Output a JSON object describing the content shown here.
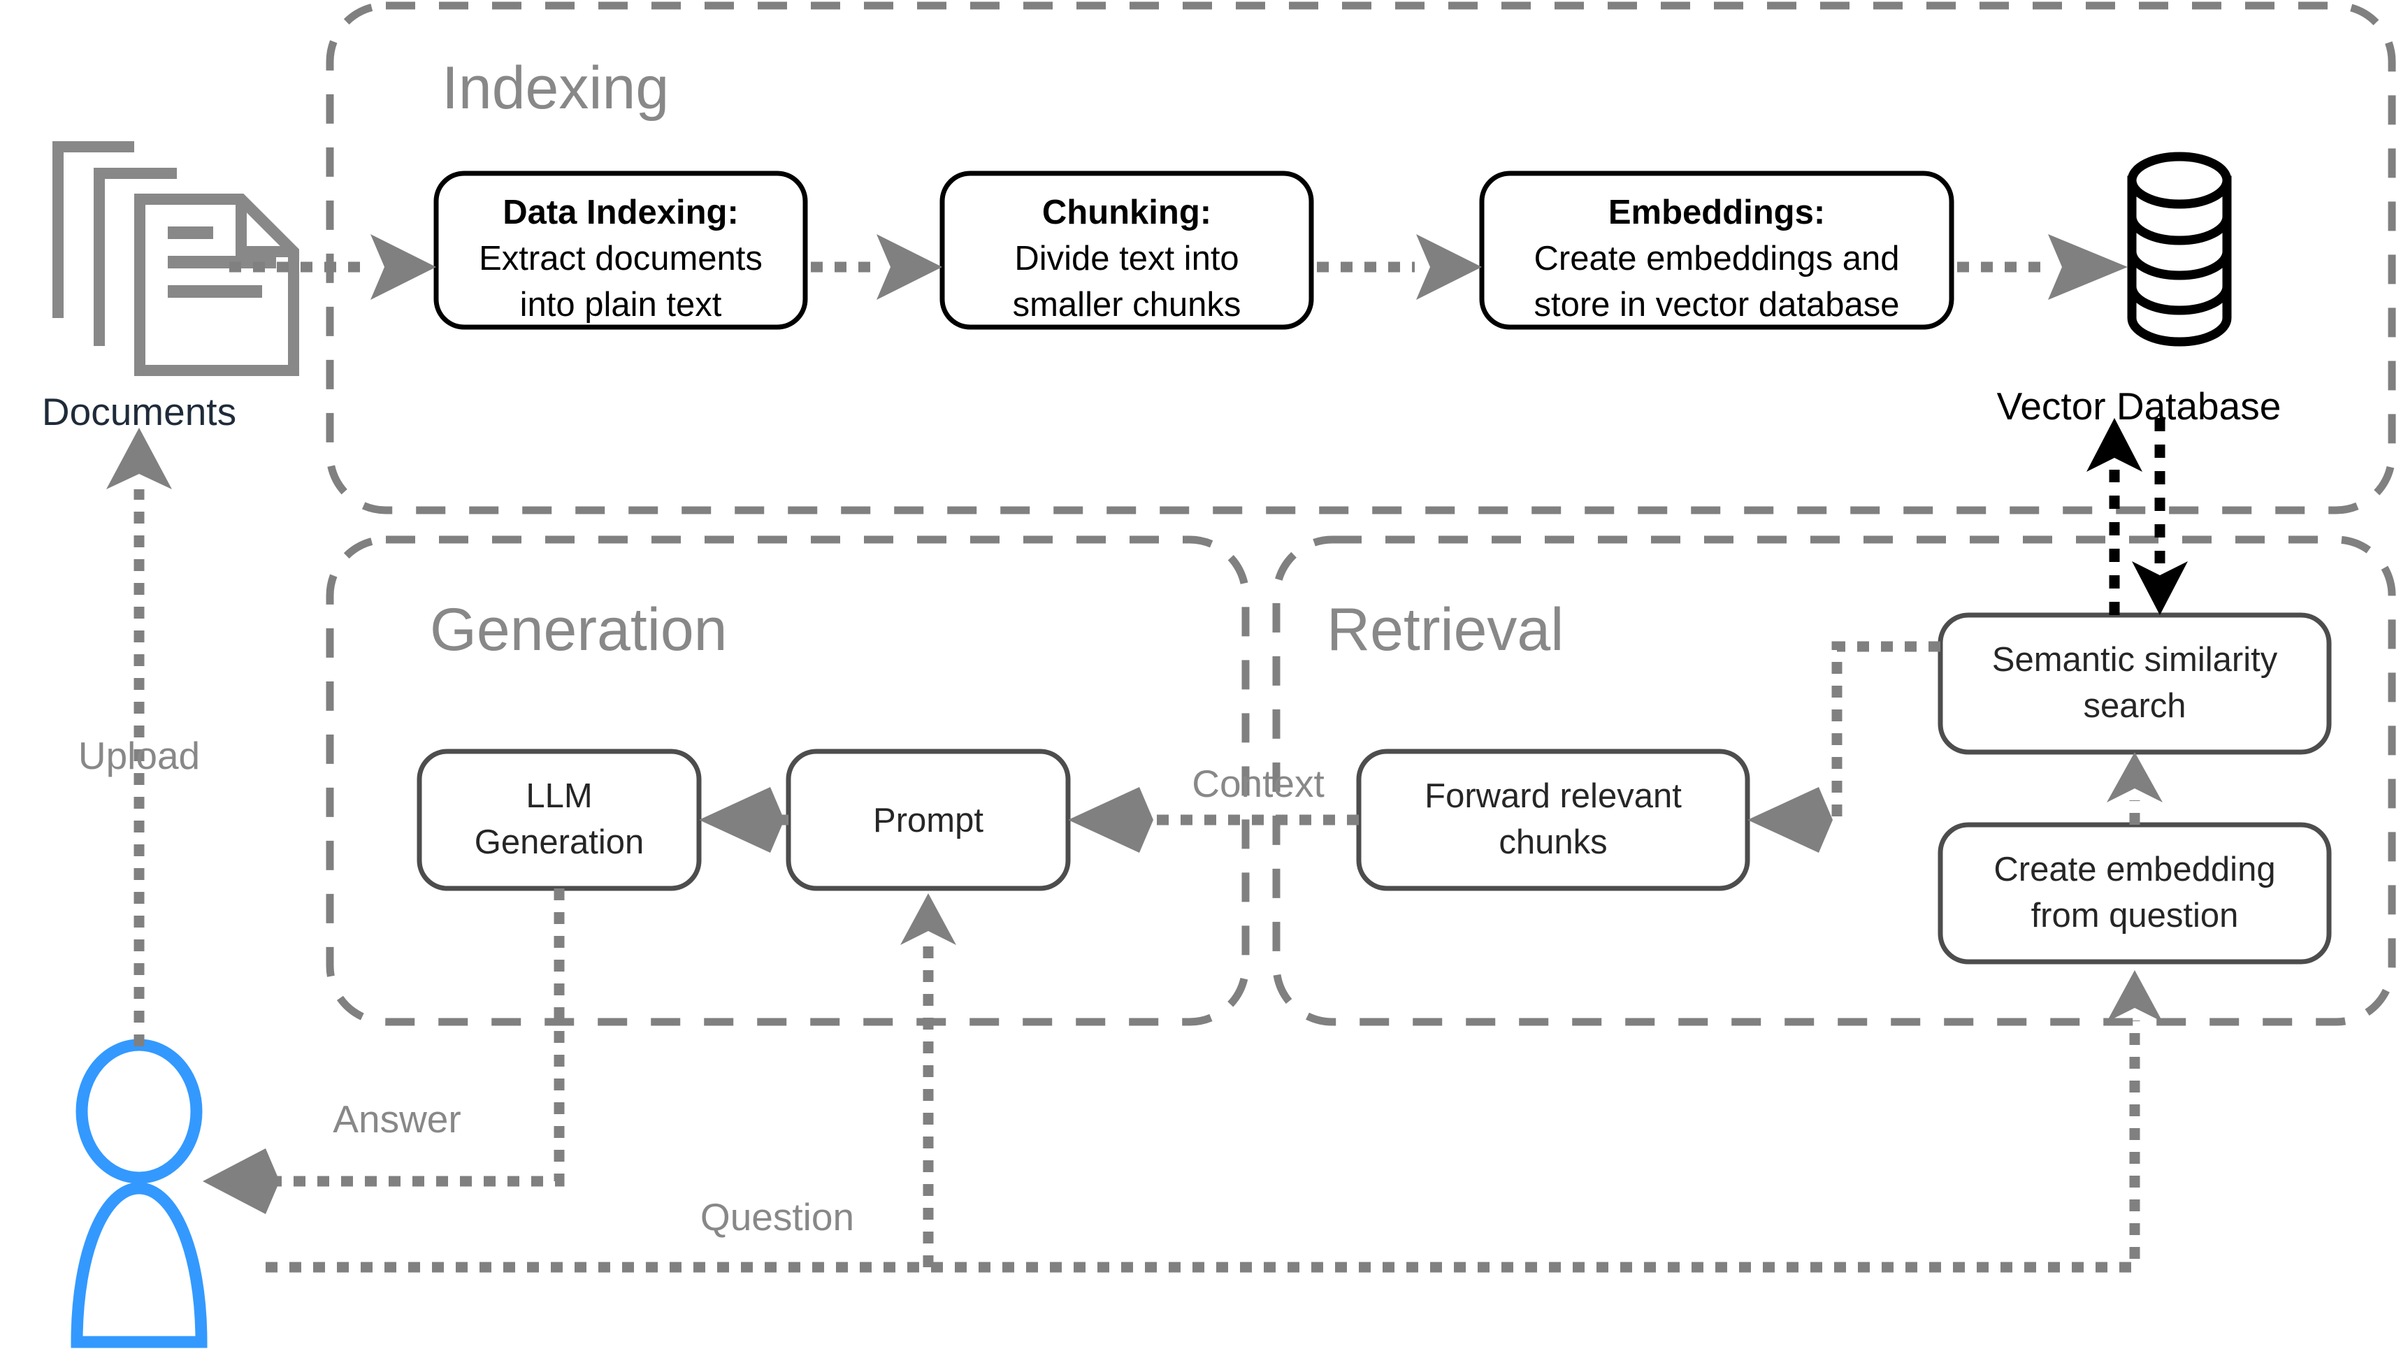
{
  "diagram": {
    "title": "Retrieval Augmented Generation (RAG) pipeline",
    "colors": {
      "panel_border": "#808080",
      "indexing_box_border": "#000000",
      "other_box_border": "#4D4D4D",
      "flow_arrow": "#808080",
      "db_arrow": "#000000",
      "user_icon": "#3399FF",
      "documents_caption": "#1F2B3A",
      "group_title": "#888888"
    }
  },
  "groups": [
    {
      "id": "indexing",
      "title": "Indexing"
    },
    {
      "id": "generation",
      "title": "Generation"
    },
    {
      "id": "retrieval",
      "title": "Retrieval"
    }
  ],
  "nodes": {
    "documents": {
      "caption": "Documents"
    },
    "vector_database": {
      "caption": "Vector Database"
    },
    "user": {
      "caption": ""
    },
    "data_indexing": {
      "heading": "Data Indexing:",
      "line1": "Extract documents",
      "line2": "into plain text"
    },
    "chunking": {
      "heading": "Chunking:",
      "line1": "Divide text into",
      "line2": "smaller chunks"
    },
    "embeddings": {
      "heading": "Embeddings:",
      "line1": "Create embeddings and",
      "line2": "store in vector database"
    },
    "llm_generation": {
      "line1": "LLM",
      "line2": "Generation"
    },
    "prompt": {
      "line1": "Prompt"
    },
    "forward_chunks": {
      "line1": "Forward relevant",
      "line2": "chunks"
    },
    "semantic_search": {
      "line1": "Semantic similarity",
      "line2": "search"
    },
    "create_embedding": {
      "line1": "Create embedding",
      "line2": "from question"
    }
  },
  "edge_labels": {
    "upload": "Upload",
    "context": "Context",
    "answer": "Answer",
    "question": "Question"
  },
  "icons": {
    "documents": "documents-stack-icon",
    "database": "database-cylinder-icon",
    "user": "user-person-icon"
  }
}
